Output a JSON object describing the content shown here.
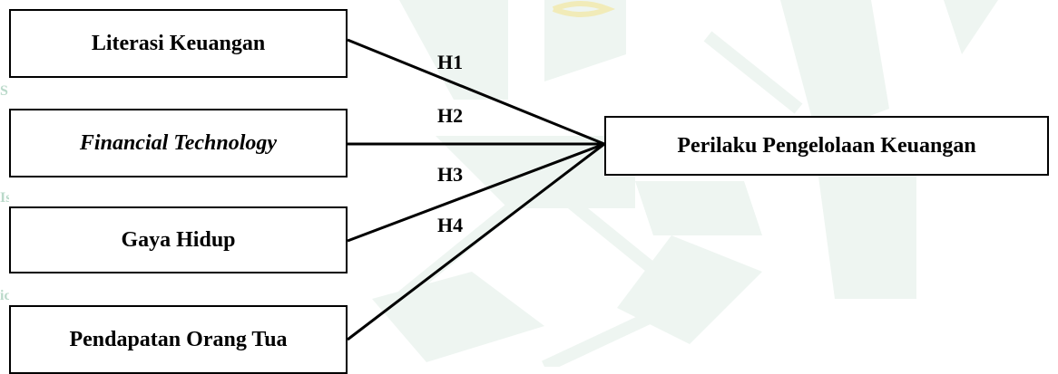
{
  "diagram": {
    "independent_variables": [
      {
        "id": "literasi",
        "label": "Literasi Keuangan",
        "italic": false
      },
      {
        "id": "fintech",
        "label": "Financial Technology",
        "italic": true
      },
      {
        "id": "gaya",
        "label": "Gaya Hidup",
        "italic": false
      },
      {
        "id": "pendapatan",
        "label": "Pendapatan Orang Tua",
        "italic": false
      }
    ],
    "dependent_variable": {
      "id": "perilaku",
      "label": "Perilaku Pengelolaan Keuangan"
    },
    "hypotheses": [
      {
        "id": "h1",
        "label": "H1",
        "from": "literasi",
        "to": "perilaku"
      },
      {
        "id": "h2",
        "label": "H2",
        "from": "fintech",
        "to": "perilaku"
      },
      {
        "id": "h3",
        "label": "H3",
        "from": "gaya",
        "to": "perilaku"
      },
      {
        "id": "h4",
        "label": "H4",
        "from": "pendapatan",
        "to": "perilaku"
      }
    ],
    "colors": {
      "line": "#000000",
      "box_border": "#000000",
      "watermark": "#e9f2ed"
    }
  }
}
